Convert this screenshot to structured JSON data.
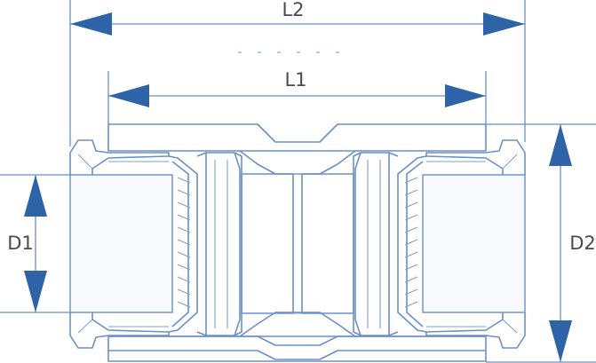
{
  "dimensions": {
    "l2": "L2",
    "l1": "L1",
    "d1": "D1",
    "d2": "D2"
  }
}
